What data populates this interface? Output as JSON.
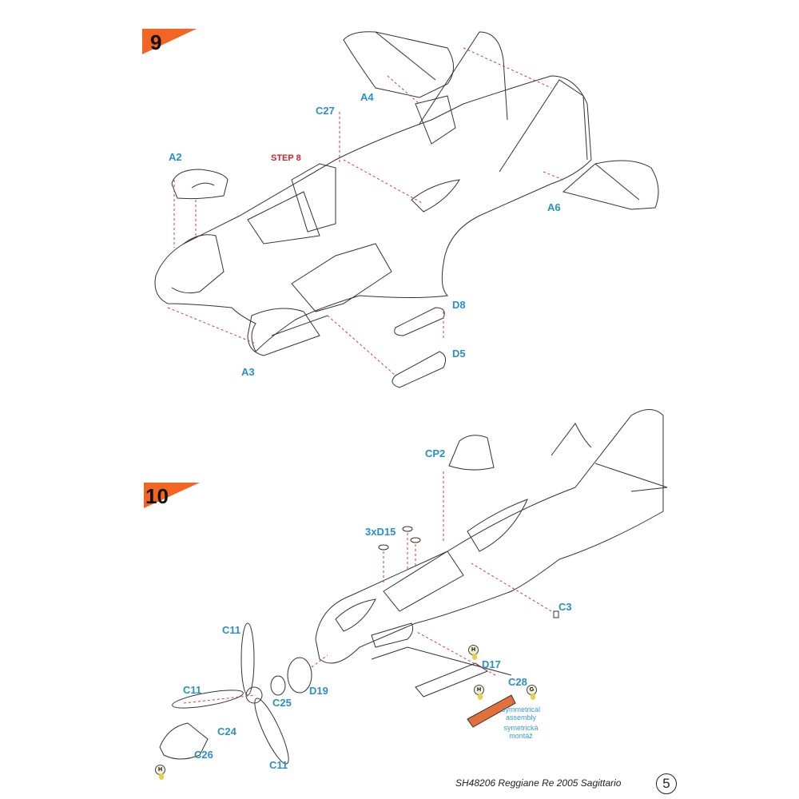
{
  "steps": [
    {
      "number": "9",
      "labels": {
        "a4": "A4",
        "c27": "C27",
        "a2": "A2",
        "step_ref": "STEP 8",
        "a6": "A6",
        "d8": "D8",
        "d5": "D5",
        "a3": "A3"
      }
    },
    {
      "number": "10",
      "labels": {
        "cp2": "CP2",
        "d15": "3xD15",
        "c3": "C3",
        "c11_top": "C11",
        "d17": "D17",
        "c28": "C28",
        "c11_left": "C11",
        "d19": "D19",
        "c25": "C25",
        "c24": "C24",
        "c26": "C26",
        "c11_bottom": "C11"
      },
      "markers": [
        "H",
        "H",
        "G",
        "H"
      ],
      "note_en": "symmetrical assembly",
      "note_cz": "symetrická montáž"
    }
  ],
  "footer": {
    "title": "SH48206 Reggiane Re 2005 Sagittario",
    "page": "5"
  },
  "colors": {
    "badge": "#f26522",
    "label": "#2a8fc9",
    "step_ref": "#c8252c",
    "arrow": "#d23a3a"
  }
}
